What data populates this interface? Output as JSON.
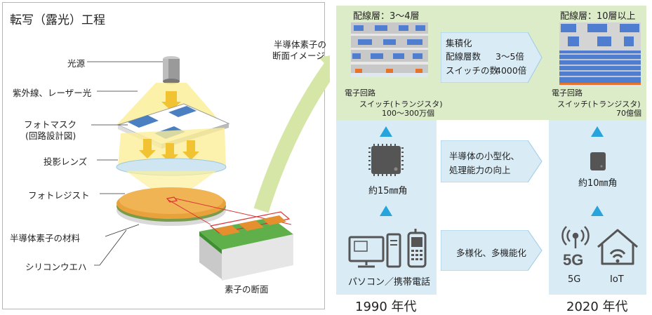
{
  "left_panel": {
    "title": "転写（露光）工程",
    "labels": {
      "light_source": "光源",
      "uv_laser": "紫外線、レーザー光",
      "photomask": "フォトマスク",
      "photomask_sub": "(回路設計図)",
      "lens": "投影レンズ",
      "photoresist": "フォトレジスト",
      "material": "半導体素子の材料",
      "wafer": "シリコンウエハ",
      "cross_section": "素子の断面"
    }
  },
  "middle_label": {
    "line1": "半導体素子の",
    "line2": "断面イメージ"
  },
  "col_1990": {
    "layers": "配線層：3〜4層",
    "circuit": "電子回路",
    "switch": "スイッチ(トランジスタ)",
    "switch_count": "100〜300万個",
    "chip_size": "約15㎜角",
    "devices": "パソコン／携帯電話",
    "decade": "1990 年代"
  },
  "col_2020": {
    "layers": "配線層：10層以上",
    "circuit": "電子回路",
    "switch": "スイッチ(トランジスタ)",
    "switch_count": "70億個",
    "chip_size": "約10㎜角",
    "icon_5g_text": "5G",
    "label_5g": "5G",
    "label_iot": "IoT",
    "decade": "2020 年代"
  },
  "arrows": {
    "top": {
      "title": "集積化",
      "row1_label": "配線層数",
      "row1_value": "3〜5倍",
      "row2_label": "スイッチの数",
      "row2_value": "4000倍"
    },
    "middle": {
      "line1": "半導体の小型化、",
      "line2": "処理能力の向上"
    },
    "bottom": {
      "text": "多様化、多機能化"
    }
  },
  "colors": {
    "column_blue": "#d9ecf6",
    "top_green": "#dcebc8",
    "triangle_blue": "#27a4dc",
    "wire_blue": "#3b78c9",
    "transistor_orange": "#e4742c",
    "wafer_orange": "#e8a13b",
    "material_green": "#3ea33d"
  }
}
